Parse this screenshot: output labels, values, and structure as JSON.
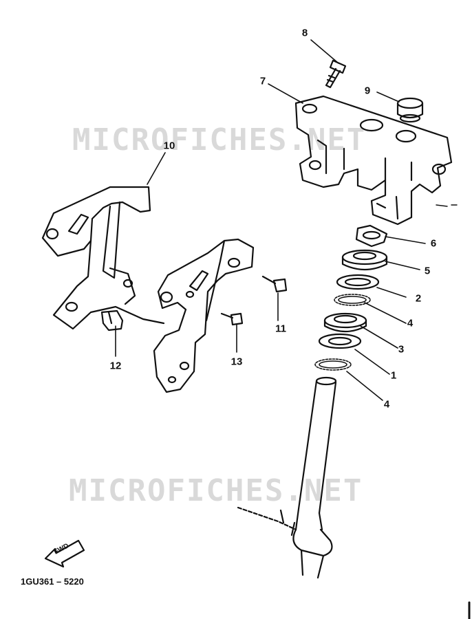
{
  "watermarks": [
    "MICROFICHES.NET",
    "MICROFICHES.NET"
  ],
  "callouts": [
    {
      "id": "c8",
      "label": "8"
    },
    {
      "id": "c7",
      "label": "7"
    },
    {
      "id": "c9",
      "label": "9"
    },
    {
      "id": "c10",
      "label": "10"
    },
    {
      "id": "c6",
      "label": "6"
    },
    {
      "id": "c5",
      "label": "5"
    },
    {
      "id": "c2",
      "label": "2"
    },
    {
      "id": "c4a",
      "label": "4"
    },
    {
      "id": "c11",
      "label": "11"
    },
    {
      "id": "c3",
      "label": "3"
    },
    {
      "id": "c12",
      "label": "12"
    },
    {
      "id": "c13",
      "label": "13"
    },
    {
      "id": "c1",
      "label": "1"
    },
    {
      "id": "c4b",
      "label": "4"
    }
  ],
  "fwd_label": "FWD",
  "diagram_code": "1GU361 – 5220"
}
